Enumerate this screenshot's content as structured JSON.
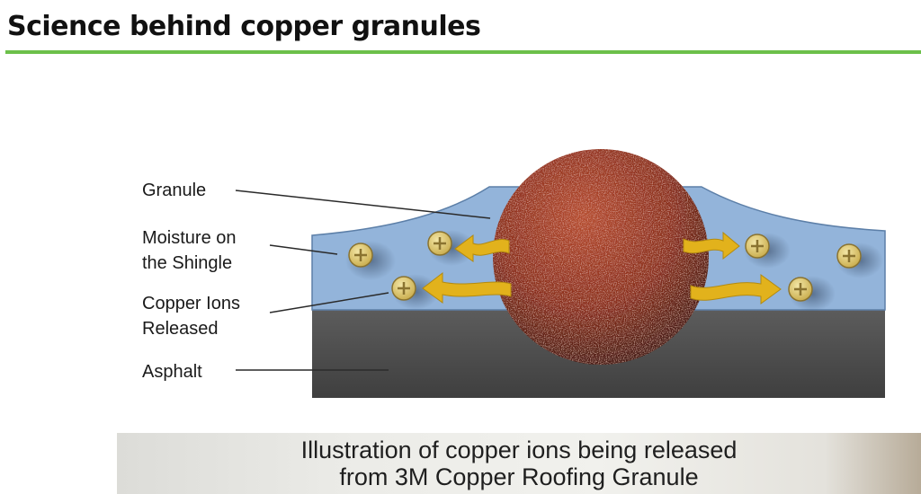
{
  "title": "Science behind copper granules",
  "colors": {
    "accent_rule": "#6cc04a",
    "moisture": "#93b4da",
    "asphalt": "#4f4f4f",
    "granule": "#8a2e1c",
    "ion": "#d8c36a",
    "arrow": "#e2b21c"
  },
  "labels": {
    "granule": "Granule",
    "moisture": [
      "Moisture on",
      "the Shingle"
    ],
    "ions": [
      "Copper Ions",
      "Released"
    ],
    "asphalt": "Asphalt"
  },
  "caption": [
    "Illustration of copper ions being released",
    "from 3M Copper Roofing Granule"
  ]
}
